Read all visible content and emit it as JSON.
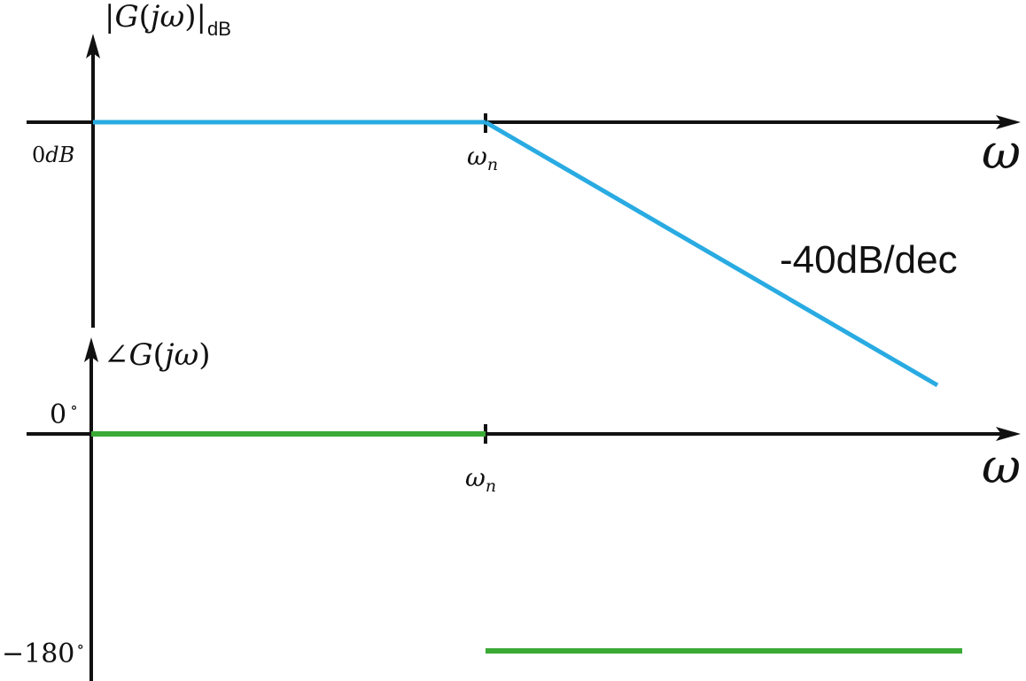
{
  "magnitude_plot": {
    "y_axis_label": {
      "open": "|",
      "G": "G",
      "paren_open": "(",
      "j": "j",
      "omega": "ω",
      "paren_close": ")",
      "close": "|",
      "subscript": "dB"
    },
    "zero_label": {
      "zero": "0",
      "unit": "dB"
    },
    "x_axis_label": "ω",
    "tick_label": {
      "omega": "ω",
      "sub": "n"
    },
    "slope_label": "-40dB/dec",
    "line_color": "#29abe2"
  },
  "phase_plot": {
    "y_axis_label": {
      "angle": "∠",
      "G": "G",
      "paren_open": "(",
      "j": "j",
      "omega": "ω",
      "paren_close": ")"
    },
    "zero_label": {
      "value": "0",
      "degree": "∘"
    },
    "neg180_label": {
      "value": "−180",
      "degree": "∘"
    },
    "x_axis_label": "ω",
    "tick_label": {
      "omega": "ω",
      "sub": "n"
    },
    "line_color": "#3aaa35"
  }
}
